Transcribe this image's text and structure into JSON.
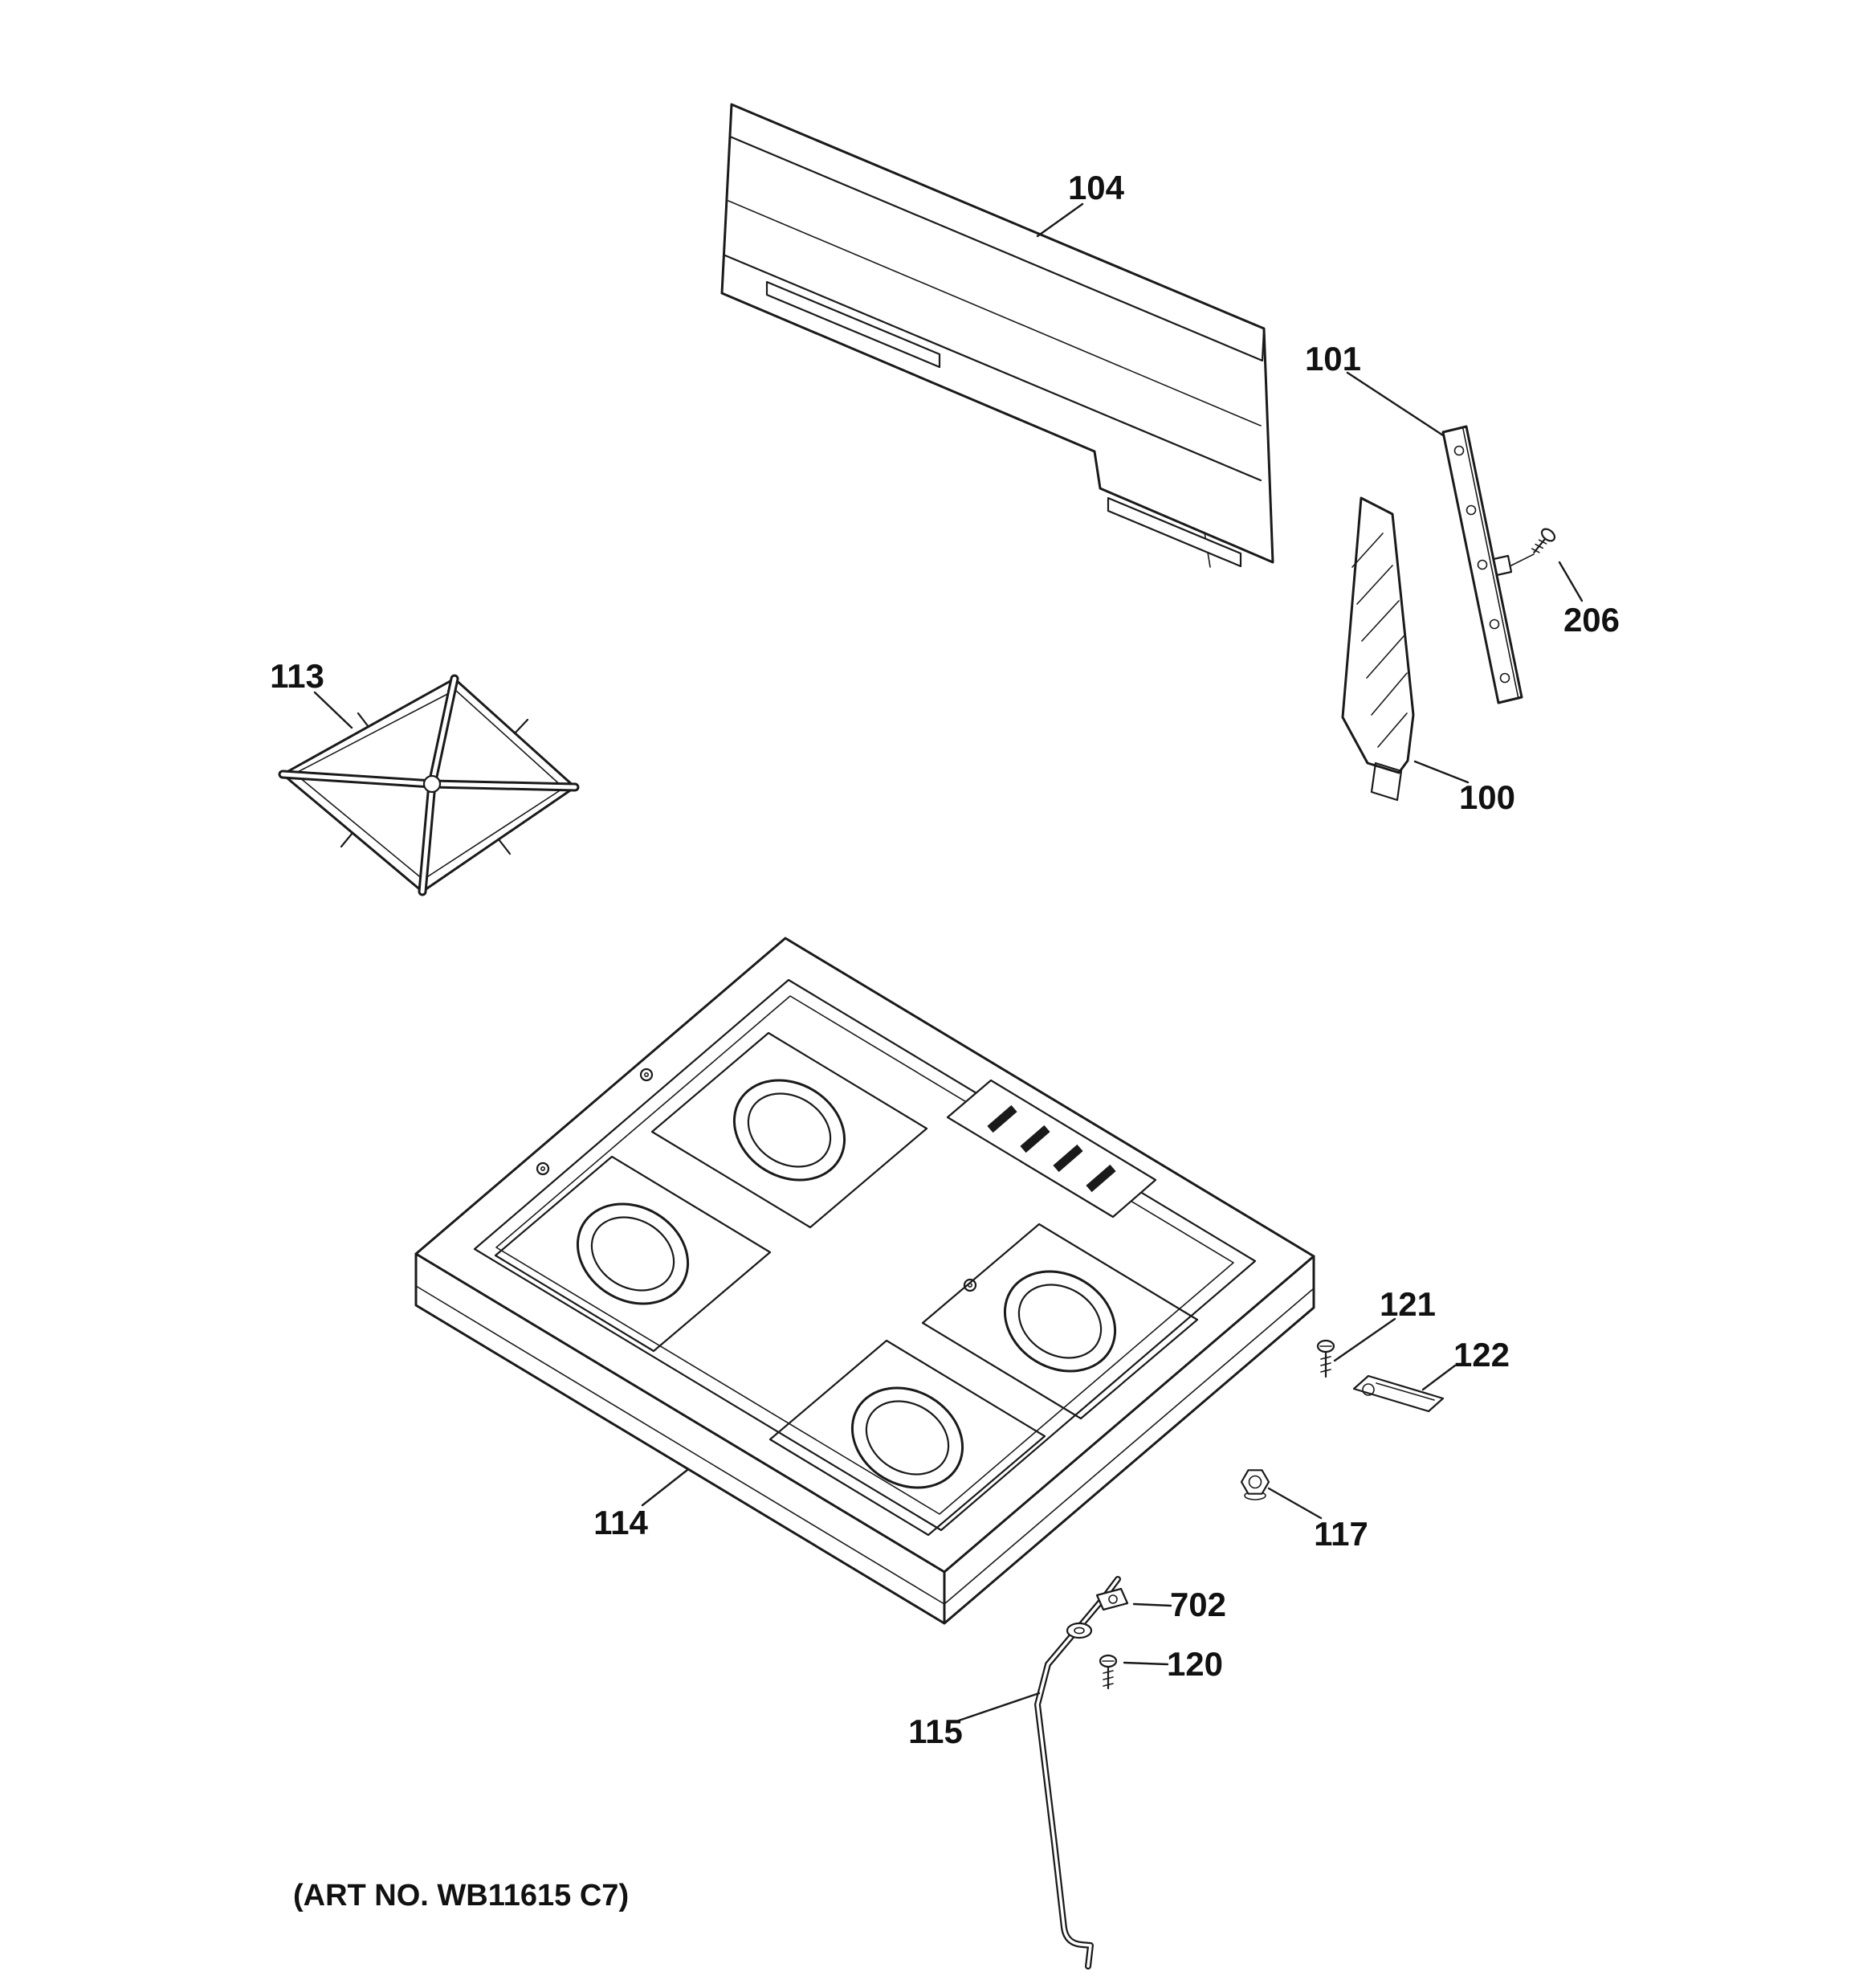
{
  "diagram": {
    "art_no": "(ART NO. WB11615 C7)",
    "colors": {
      "line": "#1a1a1a",
      "background": "#ffffff"
    },
    "callouts": {
      "c104": "104",
      "c101": "101",
      "c206": "206",
      "c100": "100",
      "c113": "113",
      "c114": "114",
      "c121": "121",
      "c122": "122",
      "c117": "117",
      "c702": "702",
      "c120": "120",
      "c115": "115"
    }
  }
}
